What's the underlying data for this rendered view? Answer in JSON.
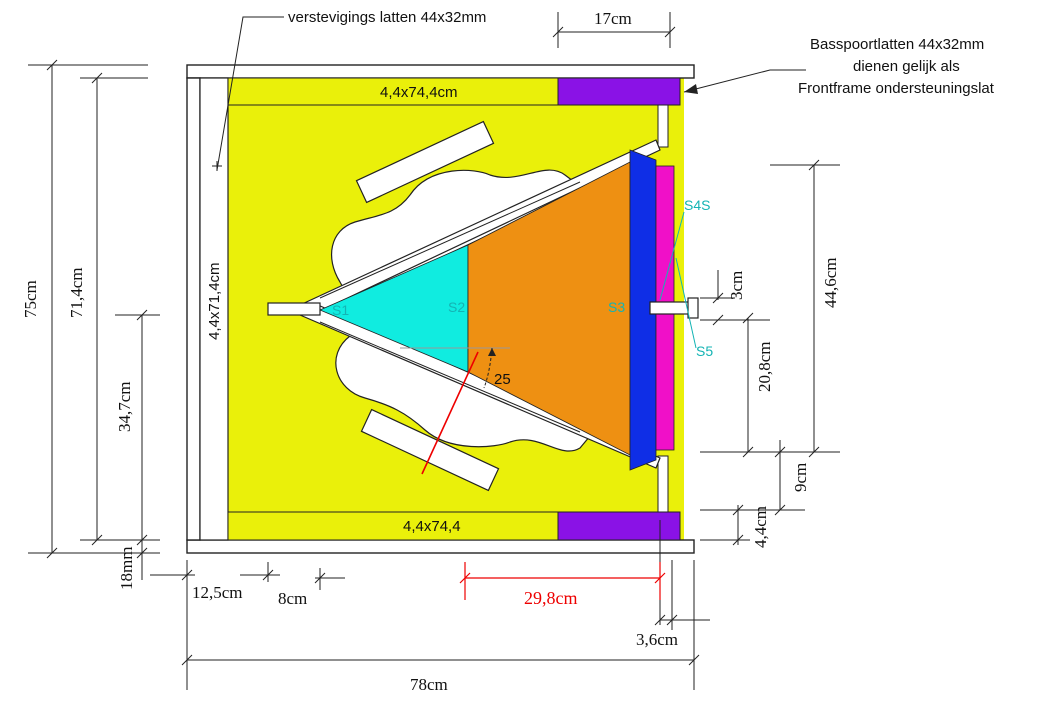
{
  "labels": {
    "top_left_note": "verstevigings latten 44x32mm",
    "top_right_note_1": "Basspoortlatten 44x32mm",
    "top_right_note_2": "dienen gelijk als",
    "top_right_note_3": "Frontframe ondersteuningslat",
    "top_slat": "4,4x74,4cm",
    "bottom_slat": "4,4x74,4",
    "left_slat": "4,4x71,4cm",
    "s1": "S1",
    "s2": "S2",
    "s3": "S3",
    "s4s": "S4S",
    "s5": "S5",
    "angle": "25"
  },
  "dimensions": {
    "top_17": "17cm",
    "h_75": "75cm",
    "h_714": "71,4cm",
    "h_347": "34,7cm",
    "h_18": "18mm",
    "w_125": "12,5cm",
    "w_8": "8cm",
    "w_298": "29,8cm",
    "w_36": "3,6cm",
    "w_78": "78cm",
    "r_446": "44,6cm",
    "r_3": "3cm",
    "r_208": "20,8cm",
    "r_9": "9cm",
    "r_44": "4,4cm"
  },
  "colors": {
    "panel_yellow": "#eaf00a",
    "purple": "#8a12e6",
    "cyan": "#10ece0",
    "orange": "#ee9012",
    "blue": "#0f2ee6",
    "magenta": "#f010c8",
    "red": "#ee0000",
    "teal_text": "#14b4b4"
  }
}
